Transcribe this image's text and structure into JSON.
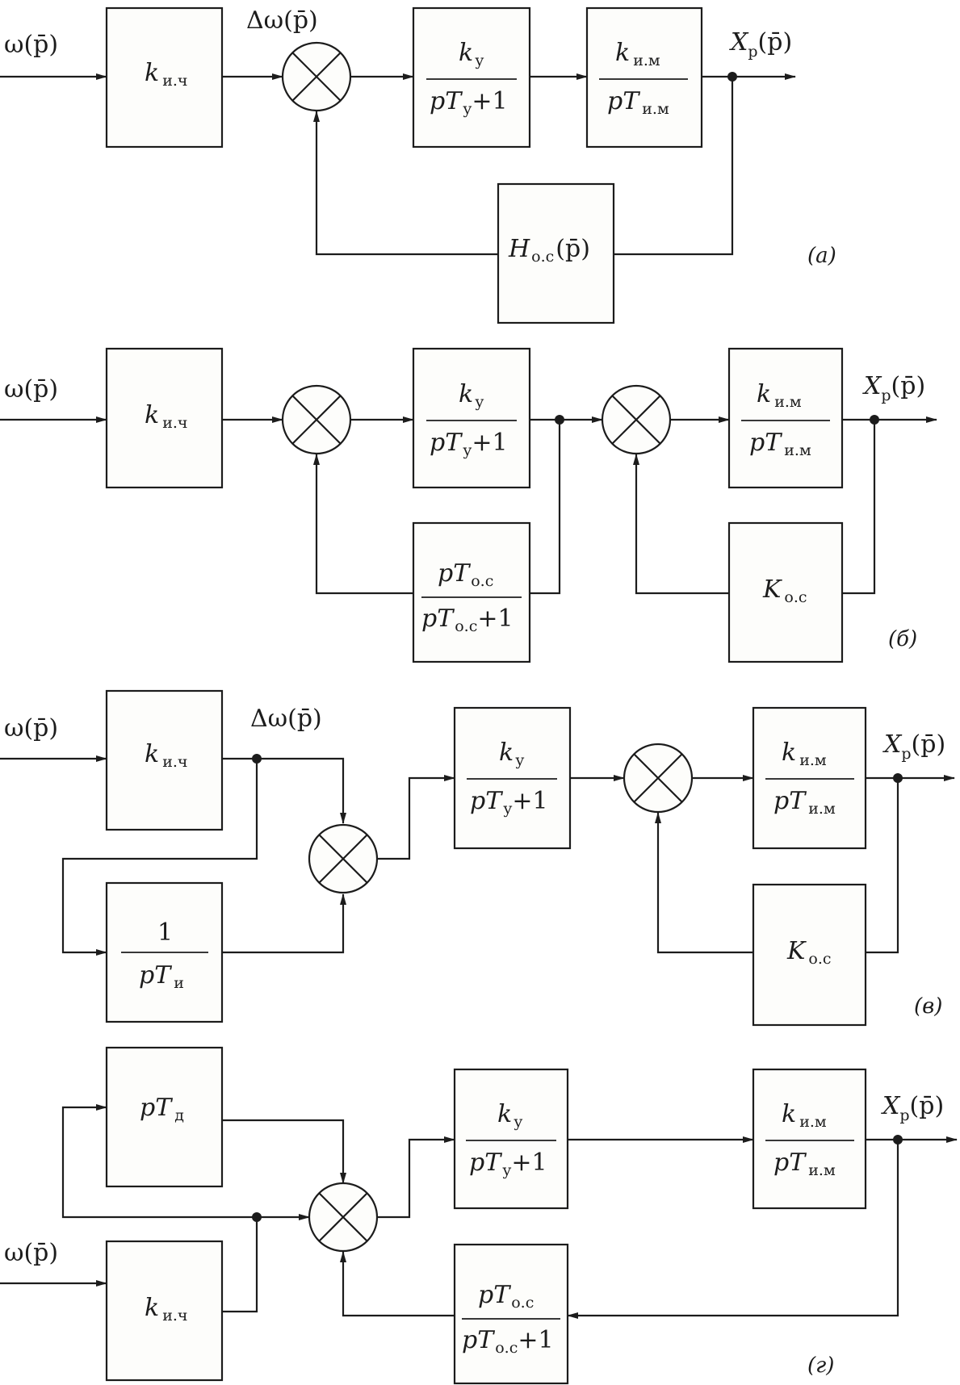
{
  "diagrams": [
    {
      "tag": "(а)",
      "input": "ω(p̄)",
      "error": "Δω(p̄)",
      "output": "X",
      "output_sub": "p",
      "output_arg": "(p̄)",
      "k_ich": {
        "main": "k",
        "sub": "и.ч"
      },
      "amp": {
        "num_main": "k",
        "num_sub": "у",
        "den_pre": "p",
        "den_main": "T",
        "den_sub": "у",
        "den_post": "+1"
      },
      "motor": {
        "num_main": "k",
        "num_sub": "и.м",
        "den_pre": "p",
        "den_main": "T",
        "den_sub": "и.м"
      },
      "feedback": {
        "main": "H",
        "sub": "о.с",
        "arg": "(p̄)"
      }
    },
    {
      "tag": "(б)",
      "input": "ω(p̄)",
      "output": "X",
      "output_sub": "p",
      "output_arg": "(p̄)",
      "k_ich": {
        "main": "k",
        "sub": "и.ч"
      },
      "amp": {
        "num_main": "k",
        "num_sub": "у",
        "den_pre": "p",
        "den_main": "T",
        "den_sub": "у",
        "den_post": "+1"
      },
      "motor": {
        "num_main": "k",
        "num_sub": "и.м",
        "den_pre": "p",
        "den_main": "T",
        "den_sub": "и.м"
      },
      "fb1": {
        "num_pre": "p",
        "num_main": "T",
        "num_sub": "о.с",
        "den_pre": "p",
        "den_main": "T",
        "den_sub": "о.с",
        "den_post": "+1"
      },
      "fb2": {
        "main": "K",
        "sub": "о.с"
      }
    },
    {
      "tag": "(в)",
      "input": "ω(p̄)",
      "error": "Δω(p̄)",
      "output": "X",
      "output_sub": "p",
      "output_arg": "(p̄)",
      "k_ich": {
        "main": "k",
        "sub": "и.ч"
      },
      "integrator": {
        "num": "1",
        "den_pre": "p",
        "den_main": "T",
        "den_sub": "и"
      },
      "amp": {
        "num_main": "k",
        "num_sub": "у",
        "den_pre": "p",
        "den_main": "T",
        "den_sub": "у",
        "den_post": "+1"
      },
      "motor": {
        "num_main": "k",
        "num_sub": "и.м",
        "den_pre": "p",
        "den_main": "T",
        "den_sub": "и.м"
      },
      "fb2": {
        "main": "K",
        "sub": "о.с"
      }
    },
    {
      "tag": "(г)",
      "input": "ω(p̄)",
      "output": "X",
      "output_sub": "p",
      "output_arg": "(p̄)",
      "deriv": {
        "pre": "p",
        "main": "T",
        "sub": "д"
      },
      "k_ich": {
        "main": "k",
        "sub": "и.ч"
      },
      "amp": {
        "num_main": "k",
        "num_sub": "у",
        "den_pre": "p",
        "den_main": "T",
        "den_sub": "у",
        "den_post": "+1"
      },
      "motor": {
        "num_main": "k",
        "num_sub": "и.м",
        "den_pre": "p",
        "den_main": "T",
        "den_sub": "и.м"
      },
      "fb1": {
        "num_pre": "p",
        "num_main": "T",
        "num_sub": "о.с",
        "den_pre": "p",
        "den_main": "T",
        "den_sub": "о.с",
        "den_post": "+1"
      }
    }
  ]
}
